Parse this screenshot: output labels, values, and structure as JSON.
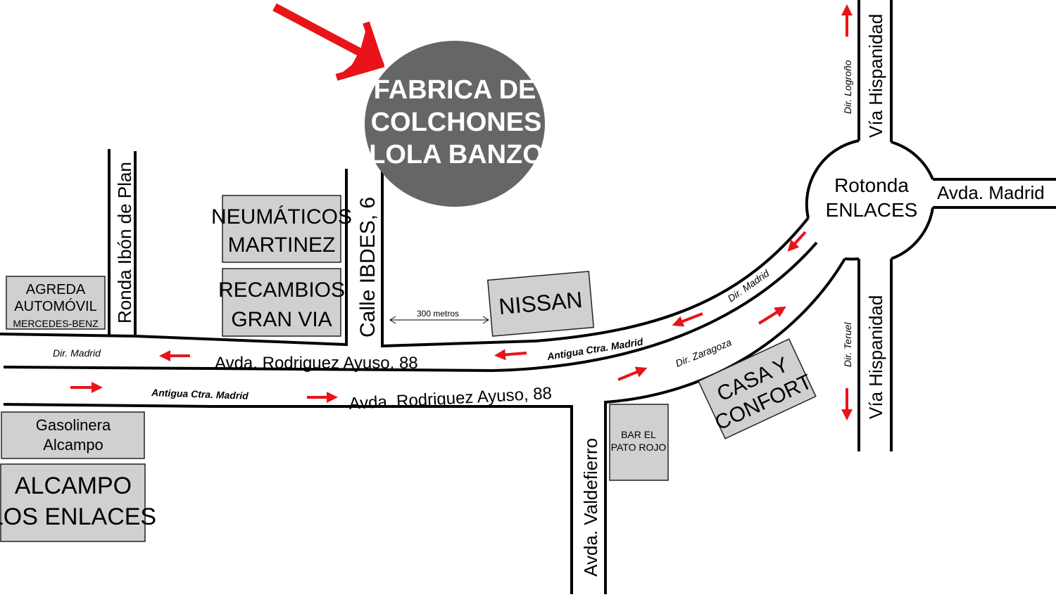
{
  "factory": {
    "line1": "FABRICA DE",
    "line2": "COLCHONES",
    "line3": "LOLA BANZO",
    "circle_color": "#666666"
  },
  "arrow_color": "#e8141a",
  "streets": {
    "ronda_ibon": "Ronda Ibón de Plan",
    "calle_ibdes": "Calle IBDES, 6",
    "via_hispanidad_top": "Vía Hispanidad",
    "via_hispanidad_bottom": "Vía Hispanidad",
    "avda_madrid": "Avda. Madrid",
    "avda_valdefierro": "Avda. Valdefierro",
    "rodriguez_top": "Avda. Rodriguez Ayuso, 88",
    "rodriguez_bottom": "Avda. Rodriguez Ayuso, 88",
    "antigua_top": "Antigua Ctra. Madrid",
    "antigua_bottom": "Antigua Ctra. Madrid"
  },
  "directions": {
    "madrid_left": "Dir. Madrid",
    "madrid_curve": "Dir. Madrid",
    "zaragoza": "Dir. Zaragoza",
    "logrono": "Dir. Logroño",
    "teruel": "Dir. Teruel"
  },
  "rotonda": {
    "line1": "Rotonda",
    "line2": "ENLACES"
  },
  "distance": "300 metros",
  "places": {
    "agreda": {
      "line1": "AGREDA",
      "line2": "AUTOMÓVIL",
      "line3": "MERCEDES-BENZ"
    },
    "neumaticos": {
      "line1": "NEUMÁTICOS",
      "line2": "MARTINEZ"
    },
    "recambios": {
      "line1": "RECAMBIOS",
      "line2": "GRAN VIA"
    },
    "nissan": "NISSAN",
    "gasolinera": {
      "line1": "Gasolinera",
      "line2": "Alcampo"
    },
    "alcampo": {
      "line1": "ALCAMPO",
      "line2": "LOS ENLACES"
    },
    "casa_confort": {
      "line1": "CASA Y",
      "line2": "CONFORT"
    },
    "bar": {
      "line1": "BAR EL",
      "line2": "PATO ROJO"
    }
  }
}
